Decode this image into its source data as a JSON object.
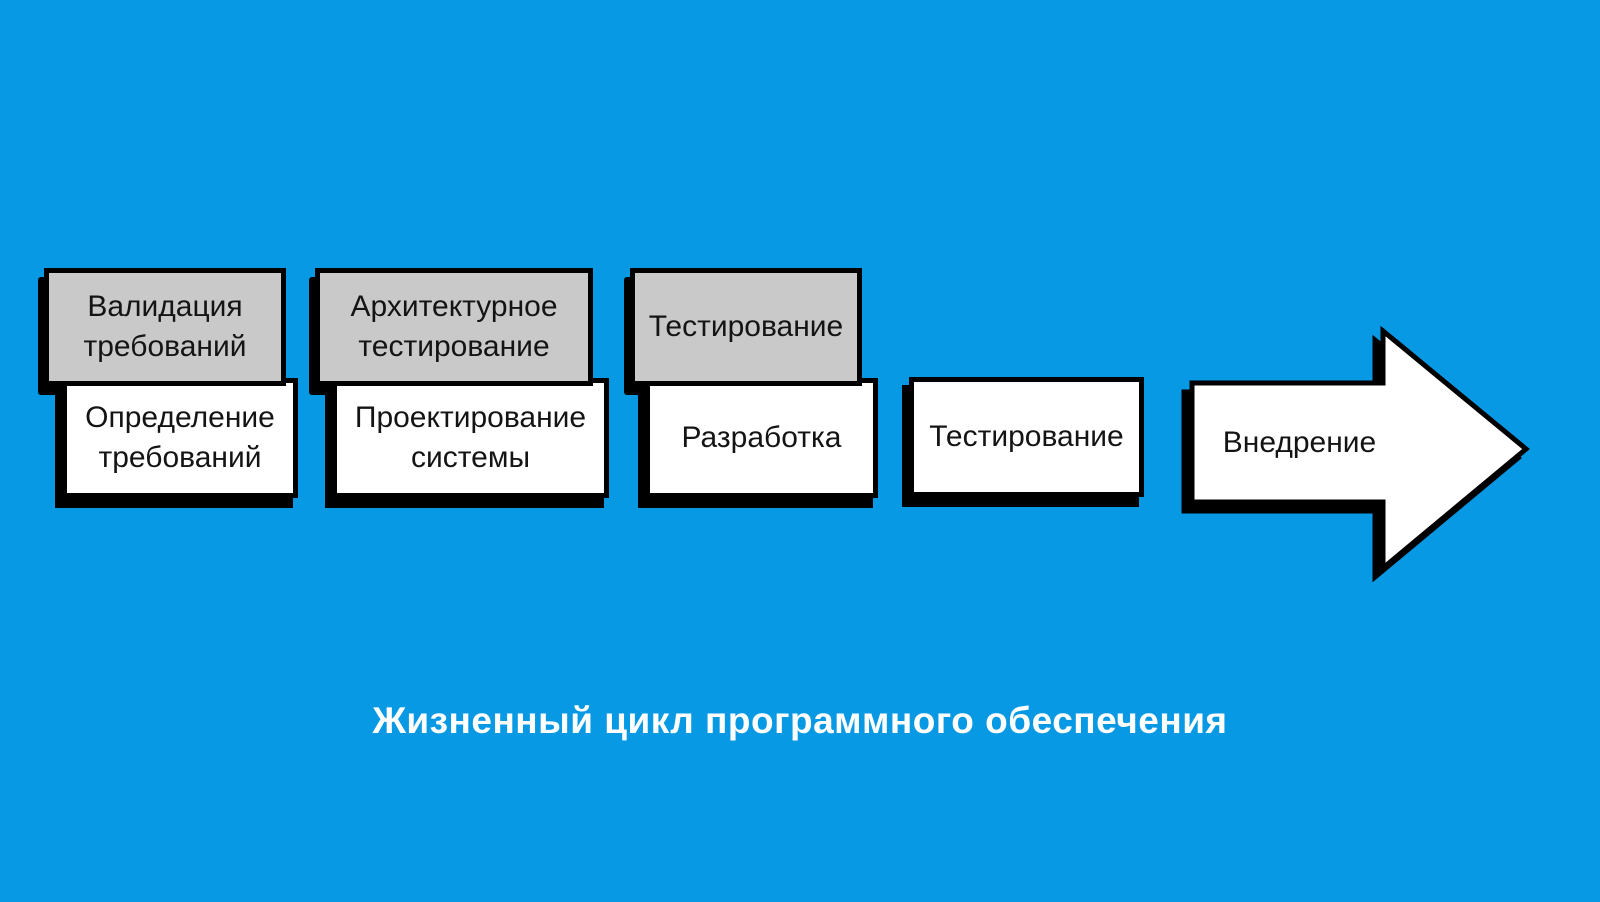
{
  "title": {
    "text": "Жизненный цикл программного обеспечения"
  },
  "colors": {
    "background": "#0899E5",
    "overlay_box_fill": "#C9C9C9",
    "base_box_fill": "#FFFFFF",
    "outline": "#000000",
    "shadow": "#000000",
    "box_text": "#141414",
    "title_text": "#FFFFFF"
  },
  "stages": [
    {
      "overlay_label": "Валидация требований",
      "base_label": "Определение требований"
    },
    {
      "overlay_label": "Архитектурное тестирование",
      "base_label": "Проектирование системы"
    },
    {
      "overlay_label": "Тестирование",
      "base_label": "Разработка"
    },
    {
      "base_label": "Тестирование"
    },
    {
      "base_label": "Внедрение",
      "shape": "arrow"
    }
  ]
}
